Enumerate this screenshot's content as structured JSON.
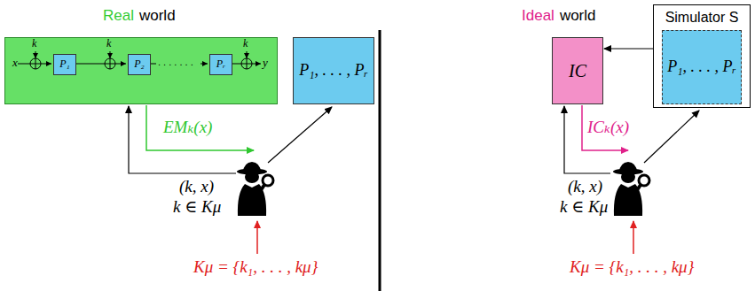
{
  "diagram": {
    "nodes": [
      {
        "text": [
          "x",
          "y"
        ]
      },
      {
        "text": [
          "P₁"
        ],
        "in": 0
      },
      {
        "text": [
          "P₂"
        ],
        "in": 0
      },
      {
        "text": [
          "Pᵣ"
        ],
        "in": 0
      },
      {
        "text": [
          "P₁, . . . , Pᵣ"
        ]
      },
      {
        "text": [
          "IC"
        ]
      },
      {
        "text": [
          "Simulator S"
        ]
      },
      {
        "text": [
          "P₁, . . . , Pᵣ"
        ],
        "in": 6
      }
    ],
    "edges": [
      {
        "from": 6,
        "to": 5,
        "arrow": "to"
      }
    ],
    "labels": [
      "Real",
      "world",
      "Ideal",
      "world",
      "k",
      "k",
      "k",
      ". . . . . . .",
      "EMₖ(x)",
      "(k, x)",
      "k ∈ Kμ",
      "Kμ = {k₁, . . . , kμ}",
      "ICₖ(x)",
      "(k, x)",
      "k ∈ Kμ",
      "Kμ = {k₁, . . . , kμ}"
    ]
  }
}
